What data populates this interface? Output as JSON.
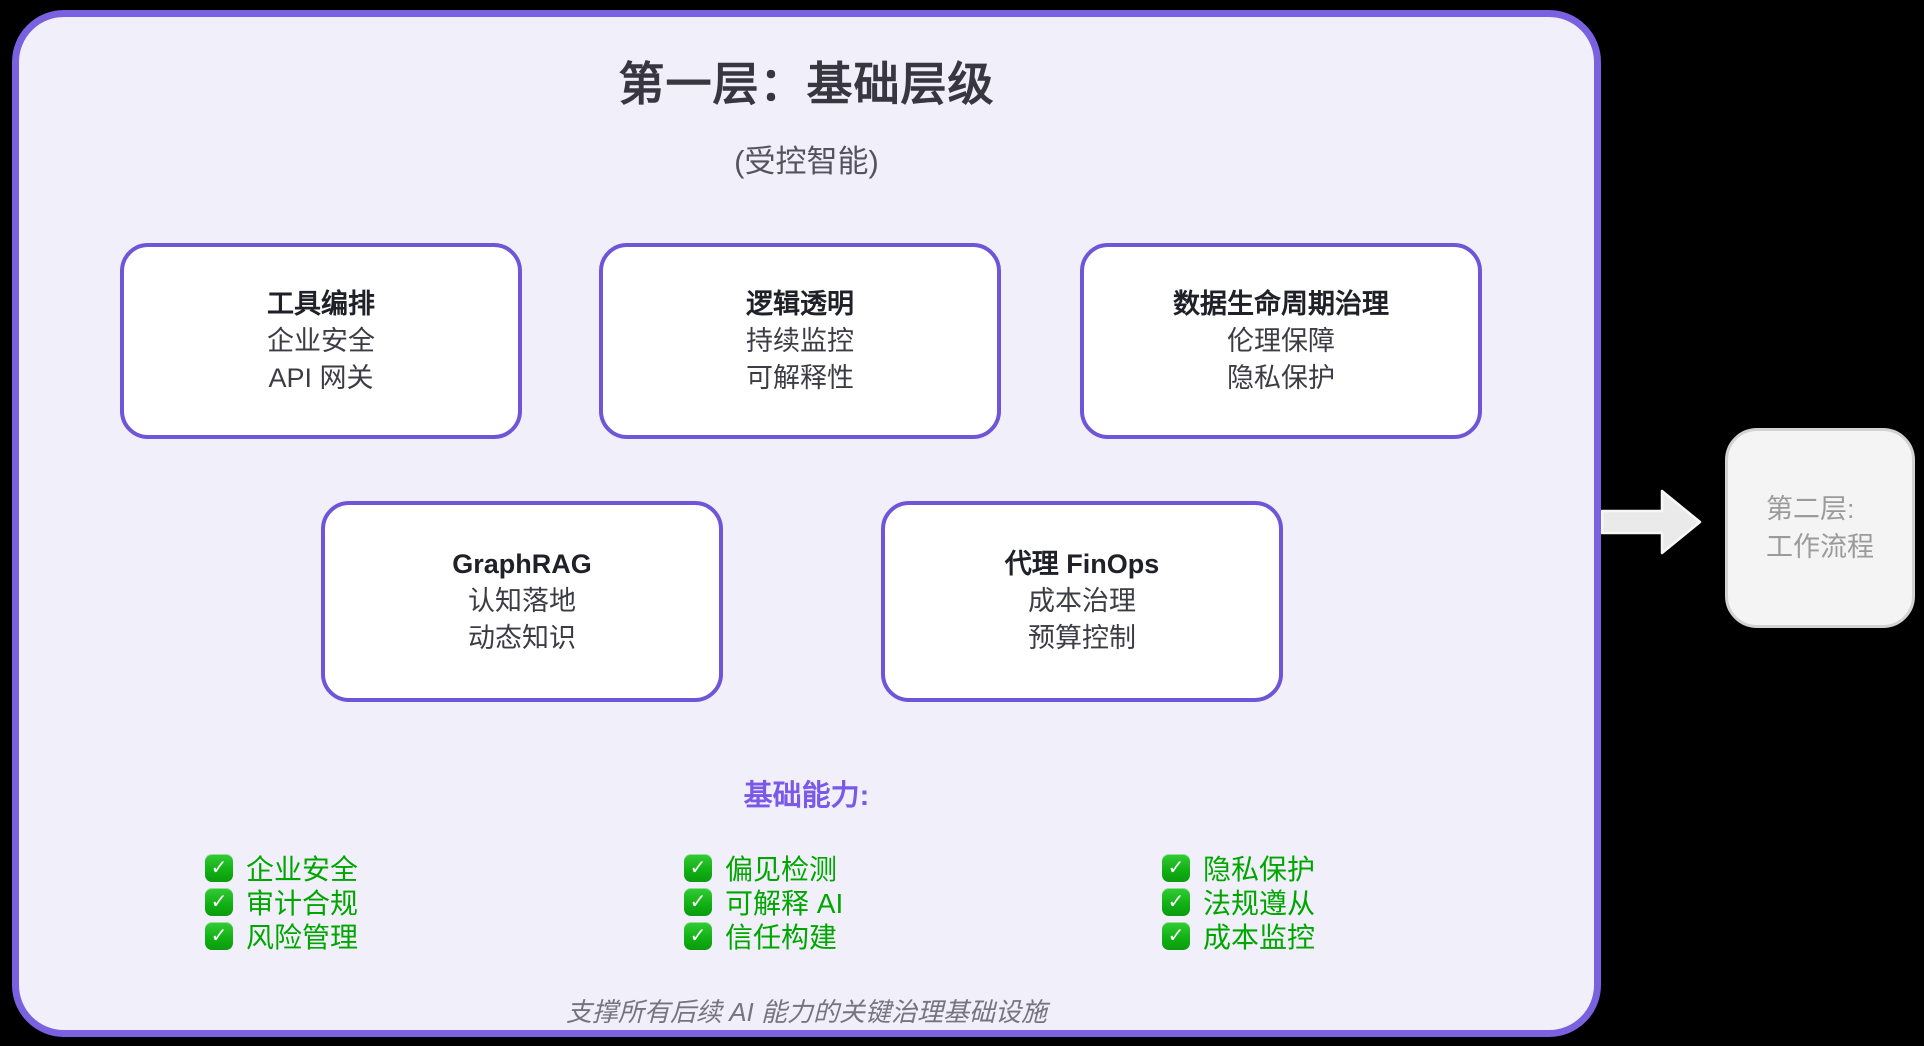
{
  "panel": {
    "title": "第一层：基础层级",
    "subtitle": "(受控智能)",
    "fill_color": "#f1f0fa",
    "border_color": "#7a61e0"
  },
  "boxes": [
    {
      "title": "工具编排",
      "lines": [
        "企业安全",
        "API 网关"
      ]
    },
    {
      "title": "逻辑透明",
      "lines": [
        "持续监控",
        "可解释性"
      ]
    },
    {
      "title": "数据生命周期治理",
      "lines": [
        "伦理保障",
        "隐私保护"
      ]
    },
    {
      "title": "GraphRAG",
      "lines": [
        "认知落地",
        "动态知识"
      ]
    },
    {
      "title": "代理 FinOps",
      "lines": [
        "成本治理",
        "预算控制"
      ]
    }
  ],
  "capabilities": {
    "heading": "基础能力:",
    "check_glyph": "✓",
    "text_color": "#00a600",
    "columns": [
      [
        "企业安全",
        "审计合规",
        "风险管理"
      ],
      [
        "偏见检测",
        "可解释 AI",
        "信任构建"
      ],
      [
        "隐私保护",
        "法规遵从",
        "成本监控"
      ]
    ]
  },
  "footer": "支撑所有后续 AI 能力的关键治理基础设施",
  "next_layer": {
    "line1": "第二层:",
    "line2": "工作流程"
  }
}
